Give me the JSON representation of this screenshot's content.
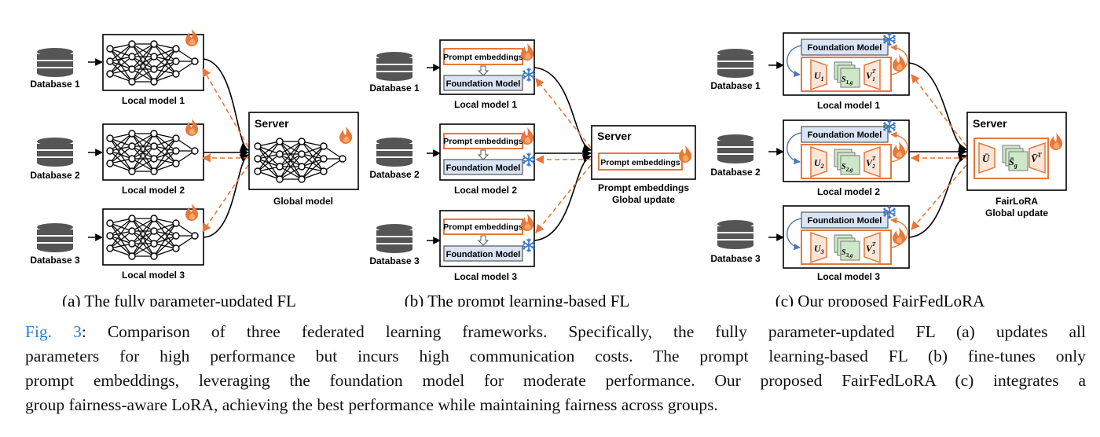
{
  "panels": {
    "a": {
      "databases": [
        "Database 1",
        "Database 2",
        "Database 3"
      ],
      "local_models": [
        "Local model 1",
        "Local model 2",
        "Local model 3"
      ],
      "server_title": "Server",
      "server_caption": "Global model",
      "subcaption": "(a) The fully parameter-updated FL"
    },
    "b": {
      "databases": [
        "Database 1",
        "Database 2",
        "Database 3"
      ],
      "local_models": [
        "Local model 1",
        "Local model 2",
        "Local model 3"
      ],
      "prompt_label": "Prompt embeddings",
      "foundation_label": "Foundation Model",
      "server_title": "Server",
      "server_box_label": "Prompt embeddings",
      "server_caption_1": "Prompt embeddings",
      "server_caption_2": "Global update",
      "subcaption": "(b) The prompt learning-based FL"
    },
    "c": {
      "databases": [
        "Database 1",
        "Database 2",
        "Database 3"
      ],
      "local_models": [
        "Local model 1",
        "Local model 2",
        "Local model 3"
      ],
      "foundation_label": "Foundation Model",
      "u_labels": [
        "U",
        "U",
        "U"
      ],
      "u_subs": [
        "1",
        "2",
        "3"
      ],
      "s_labels": [
        "S",
        "S",
        "S"
      ],
      "s_subs": [
        "1,g",
        "2,g",
        "3,g"
      ],
      "v_labels": [
        "V",
        "V",
        "V"
      ],
      "v_sups": [
        "T",
        "T",
        "T"
      ],
      "v_subs": [
        "1",
        "2",
        "3"
      ],
      "server_title": "Server",
      "server_u": "Ū",
      "server_s": "S̄",
      "server_s_sub": "g",
      "server_v": "V̄",
      "server_v_sup": "T",
      "server_caption_1": "FairLoRA",
      "server_caption_2": "Global update",
      "subcaption": "(c) Our proposed FairFedLoRA"
    }
  },
  "caption": {
    "label": "Fig. 3",
    "lines": [
      ": Comparison of three federated learning frameworks. Specifically, the fully parameter-updated FL (a) updates all",
      "parameters for high performance but incurs high communication costs. The prompt learning-based FL (b) fine-tunes only",
      "prompt embeddings, leveraging the foundation model for moderate performance. Our proposed FairFedLoRA (c) integrates a",
      "group fairness-aware LoRA, achieving the best performance while maintaining fairness across groups."
    ]
  },
  "colors": {
    "orange": "#e8773a",
    "flame": "#e8773a",
    "snow": "#3a78c8",
    "foundation_fill": "#d9e4f5",
    "s_fill": "#cde8c8",
    "figref": "#2a7fd4"
  },
  "icons": [
    "database-icon",
    "flame-icon",
    "snowflake-icon",
    "neural-network-icon"
  ]
}
